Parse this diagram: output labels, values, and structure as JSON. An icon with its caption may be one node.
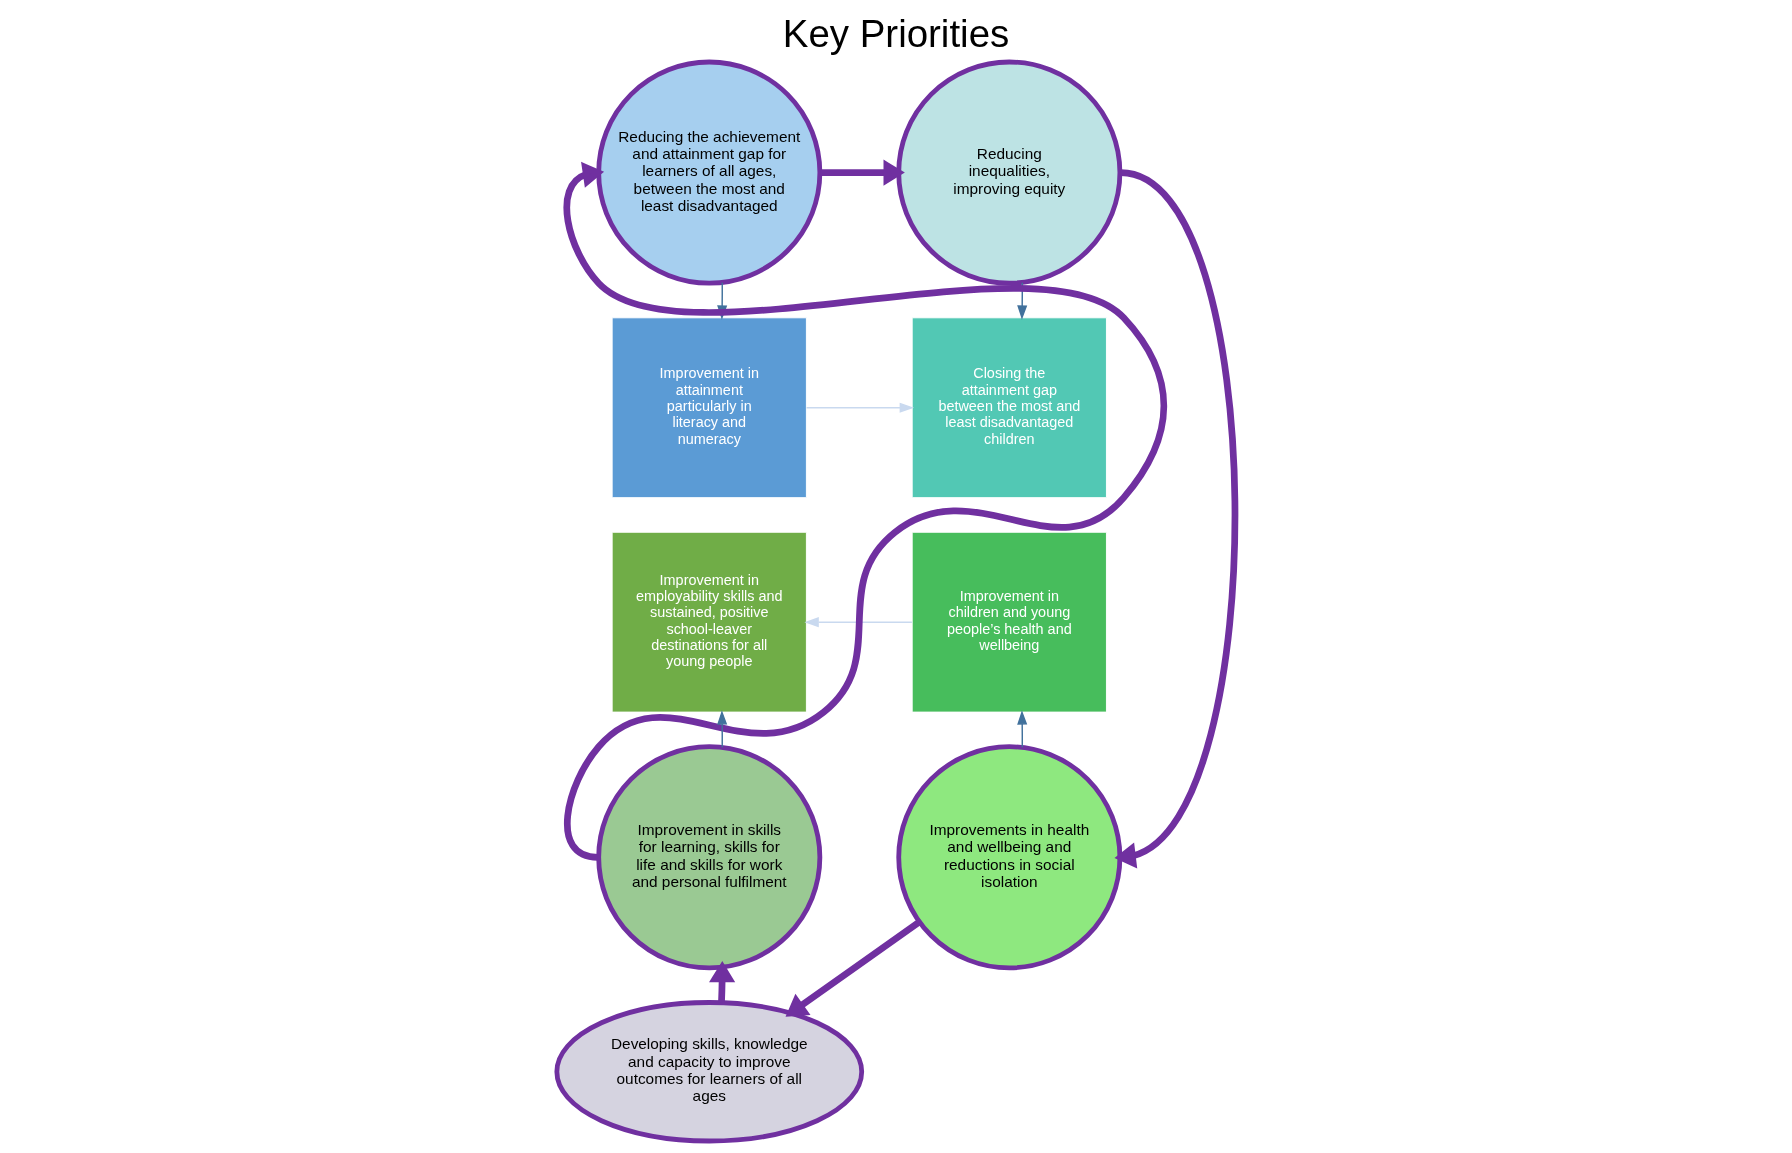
{
  "diagram": {
    "title": "Key Priorities",
    "nodes": [
      {
        "text": [
          "Reducing the achievement and attainment gap for learners of all ages, between the most and least disadvantaged"
        ]
      },
      {
        "text": [
          "Reducing inequalities, improving equity"
        ]
      },
      {
        "text": [
          "Improvement in attainment particularly in literacy and numeracy"
        ]
      },
      {
        "text": [
          "Closing the attainment gap between the most and least disadvantaged children"
        ]
      },
      {
        "text": [
          "Improvement in employability skills and sustained, positive school-leaver destinations for all young people"
        ]
      },
      {
        "text": [
          "Improvement in children and young people’s health and wellbeing"
        ]
      },
      {
        "text": [
          "Improvement in skills for learning, skills for life and skills for work and personal fulfilment"
        ]
      },
      {
        "text": [
          "Improvements in health and wellbeing and reductions in social isolation"
        ]
      },
      {
        "text": [
          "Developing skills, knowledge and capacity to improve outcomes for learners of all ages"
        ]
      }
    ],
    "edges": [
      {
        "from": 0,
        "to": 1,
        "arrow": "to",
        "style": "thick"
      },
      {
        "from": 1,
        "to": 7,
        "arrow": "to",
        "style": "thick"
      },
      {
        "from": 7,
        "to": 8,
        "arrow": "to",
        "style": "thick"
      },
      {
        "from": 8,
        "to": 6,
        "arrow": "to",
        "style": "thick"
      },
      {
        "from": 6,
        "to": 0,
        "arrow": "to",
        "style": "thick"
      },
      {
        "from": 0,
        "to": 2,
        "arrow": "to",
        "color": "#41719c"
      },
      {
        "from": 1,
        "to": 3,
        "arrow": "to",
        "color": "#41719c"
      },
      {
        "from": 7,
        "to": 5,
        "arrow": "to",
        "color": "#41719c"
      },
      {
        "from": 6,
        "to": 4,
        "arrow": "to",
        "color": "#41719c"
      },
      {
        "from": 2,
        "to": 3,
        "arrow": "to",
        "color": "#c9d9ef"
      },
      {
        "from": 5,
        "to": 4,
        "arrow": "to",
        "color": "#c9d9ef"
      }
    ]
  }
}
